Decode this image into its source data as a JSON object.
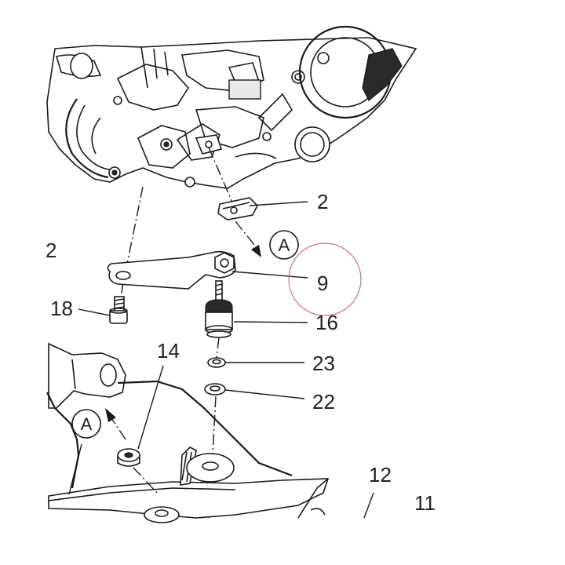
{
  "callouts": {
    "part_2_top": "2",
    "part_2_left": "2",
    "part_9": "9",
    "part_18": "18",
    "part_16": "16",
    "part_14": "14",
    "part_23": "23",
    "part_22": "22",
    "part_12": "12",
    "part_11": "11"
  },
  "references": {
    "a_upper": "A",
    "a_lower": "A"
  },
  "colors": {
    "ink": "#1a1a1a",
    "highlight_circle": "#c8707e",
    "background": "#ffffff"
  }
}
